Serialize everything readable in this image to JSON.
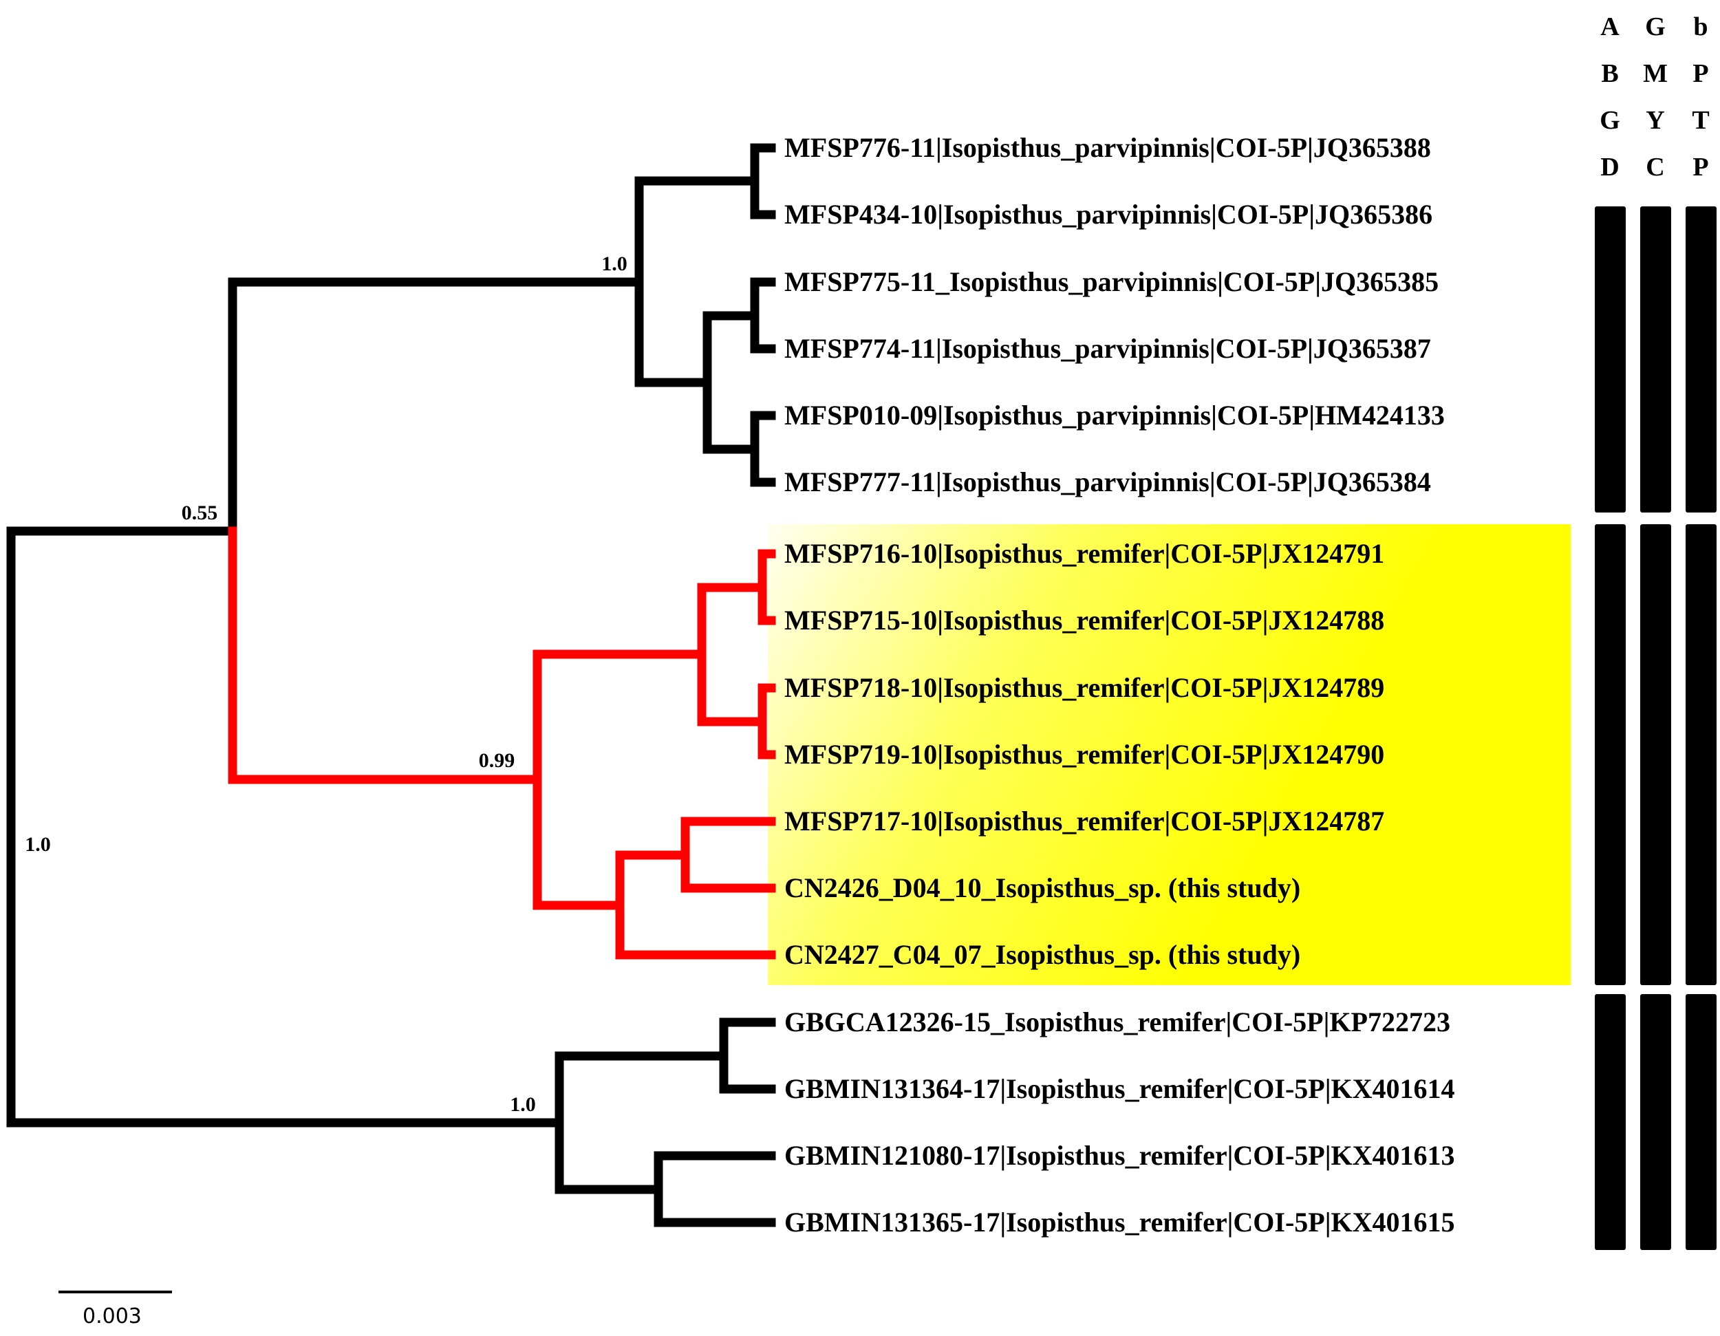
{
  "figure": {
    "type": "phylogenetic-tree",
    "scale_bar_label": "0.003",
    "highlight_color": "#ffff00",
    "branch_color_default": "#000000",
    "branch_color_highlight": "#ff0000",
    "bar_color": "#000000"
  },
  "method_columns": [
    {
      "name": "ABGD",
      "letters": [
        "A",
        "B",
        "G",
        "D"
      ]
    },
    {
      "name": "GMYC",
      "letters": [
        "G",
        "M",
        "Y",
        "C"
      ]
    },
    {
      "name": "bPTP",
      "letters": [
        "b",
        "P",
        "T",
        "P"
      ]
    }
  ],
  "support_values": [
    {
      "node": "root",
      "value": "1.0"
    },
    {
      "node": "basal-split",
      "value": "0.55"
    },
    {
      "node": "parvipinnis-clade",
      "value": "1.0"
    },
    {
      "node": "highlighted-remifer-clade",
      "value": "0.99"
    },
    {
      "node": "genbank-remifer-clade",
      "value": "1.0"
    }
  ],
  "taxa": [
    {
      "label": "MFSP776-11|Isopisthus_parvipinnis|COI-5P|JQ365388",
      "branch_color": "black",
      "highlighted": false
    },
    {
      "label": "MFSP434-10|Isopisthus_parvipinnis|COI-5P|JQ365386",
      "branch_color": "black",
      "highlighted": false
    },
    {
      "label": "MFSP775-11_Isopisthus_parvipinnis|COI-5P|JQ365385",
      "branch_color": "black",
      "highlighted": false
    },
    {
      "label": "MFSP774-11|Isopisthus_parvipinnis|COI-5P|JQ365387",
      "branch_color": "black",
      "highlighted": false
    },
    {
      "label": "MFSP010-09|Isopisthus_parvipinnis|COI-5P|HM424133",
      "branch_color": "black",
      "highlighted": false
    },
    {
      "label": "MFSP777-11|Isopisthus_parvipinnis|COI-5P|JQ365384",
      "branch_color": "black",
      "highlighted": false
    },
    {
      "label": "MFSP716-10|Isopisthus_remifer|COI-5P|JX124791",
      "branch_color": "red",
      "highlighted": true
    },
    {
      "label": "MFSP715-10|Isopisthus_remifer|COI-5P|JX124788",
      "branch_color": "red",
      "highlighted": true
    },
    {
      "label": "MFSP718-10|Isopisthus_remifer|COI-5P|JX124789",
      "branch_color": "red",
      "highlighted": true
    },
    {
      "label": "MFSP719-10|Isopisthus_remifer|COI-5P|JX124790",
      "branch_color": "red",
      "highlighted": true
    },
    {
      "label": "MFSP717-10|Isopisthus_remifer|COI-5P|JX124787",
      "branch_color": "red",
      "highlighted": true
    },
    {
      "label": "CN2426_D04_10_Isopisthus_sp. (this study)",
      "branch_color": "red",
      "highlighted": true
    },
    {
      "label": "CN2427_C04_07_Isopisthus_sp. (this study)",
      "branch_color": "red",
      "highlighted": true
    },
    {
      "label": "GBGCA12326-15_Isopisthus_remifer|COI-5P|KP722723",
      "branch_color": "black",
      "highlighted": false
    },
    {
      "label": "GBMIN131364-17|Isopisthus_remifer|COI-5P|KX401614",
      "branch_color": "black",
      "highlighted": false
    },
    {
      "label": "GBMIN121080-17|Isopisthus_remifer|COI-5P|KX401613",
      "branch_color": "black",
      "highlighted": false
    },
    {
      "label": "GBMIN131365-17|Isopisthus_remifer|COI-5P|KX401615",
      "branch_color": "black",
      "highlighted": false
    }
  ],
  "delimitation_groups": [
    {
      "group": 1,
      "taxa_start": 1,
      "taxa_end": 6
    },
    {
      "group": 2,
      "taxa_start": 7,
      "taxa_end": 13
    },
    {
      "group": 3,
      "taxa_start": 14,
      "taxa_end": 17
    }
  ]
}
